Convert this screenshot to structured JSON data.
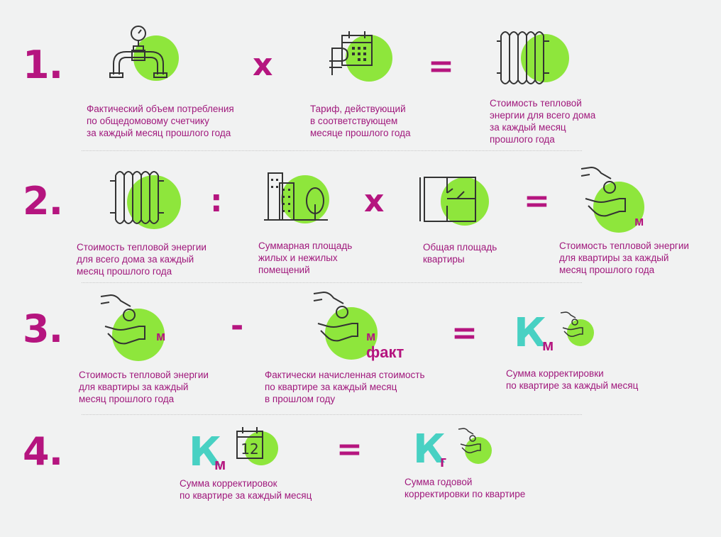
{
  "colors": {
    "accent": "#b5157f",
    "green": "#8ee63c",
    "teal": "#48d1c3",
    "line": "#333333",
    "background": "#f1f2f2"
  },
  "rows": [
    {
      "number": "1.",
      "op1": "x",
      "op2": "=",
      "cap1": [
        "Фактический объем потребления",
        "по общедомовому счетчику",
        "за каждый месяц прошлого года"
      ],
      "cap2": [
        "Тариф, действующий",
        "в соответствующем",
        "месяце прошлого года"
      ],
      "cap3": [
        "Стоимость тепловой",
        "энергии для всего дома",
        "за каждый месяц",
        "прошлого года"
      ]
    },
    {
      "number": "2.",
      "op1": ":",
      "op2": "x",
      "op3": "=",
      "cap1": [
        "Стоимость тепловой энергии",
        "для всего дома за каждый",
        "месяц прошлого года"
      ],
      "cap2": [
        "Суммарная площадь",
        "жилых и нежилых",
        "помещений"
      ],
      "cap3": [
        "Общая площадь",
        "квартиры"
      ],
      "cap4": [
        "Стоимость тепловой энергии",
        "для квартиры за каждый",
        "месяц прошлого года"
      ],
      "sub4": "м"
    },
    {
      "number": "3.",
      "op1": "-",
      "op2": "=",
      "cap1": [
        "Стоимость тепловой энергии",
        "для квартиры за каждый",
        "месяц прошлого года"
      ],
      "cap2": [
        "Фактически начисленная стоимость",
        "по квартире за каждый месяц",
        "в прошлом году"
      ],
      "cap3": [
        "Сумма корректировки",
        "по квартире за каждый месяц"
      ],
      "sub1": "м",
      "sub2a": "м",
      "sub2b": "факт",
      "K": "К",
      "Ksub": "м"
    },
    {
      "number": "4.",
      "op1": "=",
      "cap1": [
        "Сумма корректировок",
        "по квартире за каждый месяц"
      ],
      "cap2": [
        "Сумма годовой",
        "корректировки по квартире"
      ],
      "K1": "К",
      "K1sub": "м",
      "K2": "К",
      "K2sub": "г",
      "calendar": "12"
    }
  ],
  "icons": [
    "pipe-meter-icon",
    "ruble-calendar-icon",
    "radiator-icon",
    "building-tree-icon",
    "floor-plan-icon",
    "hands-coin-icon",
    "calendar-12-icon"
  ]
}
